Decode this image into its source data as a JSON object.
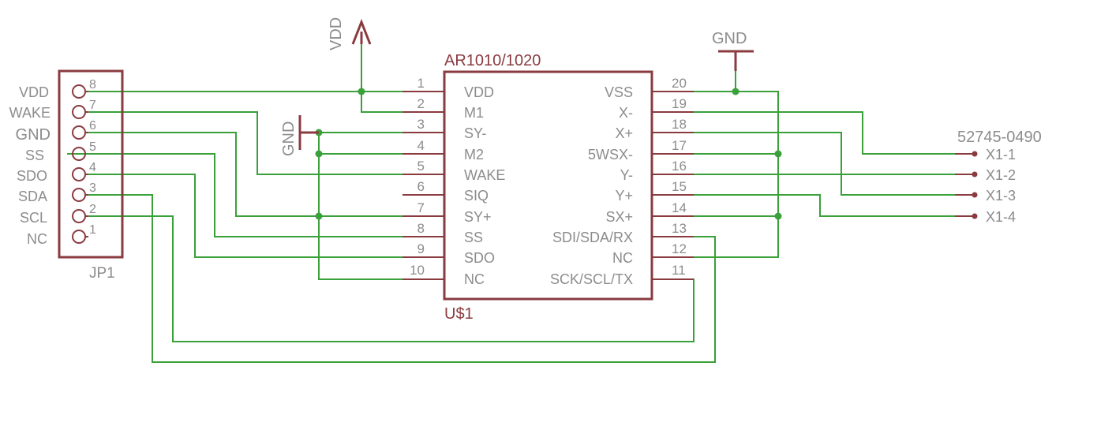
{
  "connector_jp1": {
    "name": "JP1",
    "pins": [
      {
        "num": "8",
        "label": "VDD"
      },
      {
        "num": "7",
        "label": "WAKE"
      },
      {
        "num": "6",
        "label": "GND"
      },
      {
        "num": "5",
        "label": "SS"
      },
      {
        "num": "4",
        "label": "SDO"
      },
      {
        "num": "3",
        "label": "SDA"
      },
      {
        "num": "2",
        "label": "SCL"
      },
      {
        "num": "1",
        "label": "NC"
      }
    ]
  },
  "chip": {
    "part": "AR1010/1020",
    "ref": "U$1",
    "left_pins": [
      {
        "num": "1",
        "label": "VDD"
      },
      {
        "num": "2",
        "label": "M1"
      },
      {
        "num": "3",
        "label": "SY-"
      },
      {
        "num": "4",
        "label": "M2"
      },
      {
        "num": "5",
        "label": "WAKE"
      },
      {
        "num": "6",
        "label": "SIQ"
      },
      {
        "num": "7",
        "label": "SY+"
      },
      {
        "num": "8",
        "label": "SS"
      },
      {
        "num": "9",
        "label": "SDO"
      },
      {
        "num": "10",
        "label": "NC"
      }
    ],
    "right_pins": [
      {
        "num": "20",
        "label": "VSS"
      },
      {
        "num": "19",
        "label": "X-"
      },
      {
        "num": "18",
        "label": "X+"
      },
      {
        "num": "17",
        "label": "5WSX-"
      },
      {
        "num": "16",
        "label": "Y-"
      },
      {
        "num": "15",
        "label": "Y+"
      },
      {
        "num": "14",
        "label": "SX+"
      },
      {
        "num": "13",
        "label": "SDI/SDA/RX"
      },
      {
        "num": "12",
        "label": "NC"
      },
      {
        "num": "11",
        "label": "SCK/SCL/TX"
      }
    ]
  },
  "power": {
    "vdd": "VDD",
    "gnd_top": "GND",
    "gnd_left": "GND"
  },
  "connector_x1": {
    "part": "52745-0490",
    "pins": [
      "X1-1",
      "X1-2",
      "X1-3",
      "X1-4"
    ]
  },
  "colors": {
    "wire": "#3aa03a",
    "symbol": "#8a3b40",
    "text": "#8c8c8c"
  }
}
